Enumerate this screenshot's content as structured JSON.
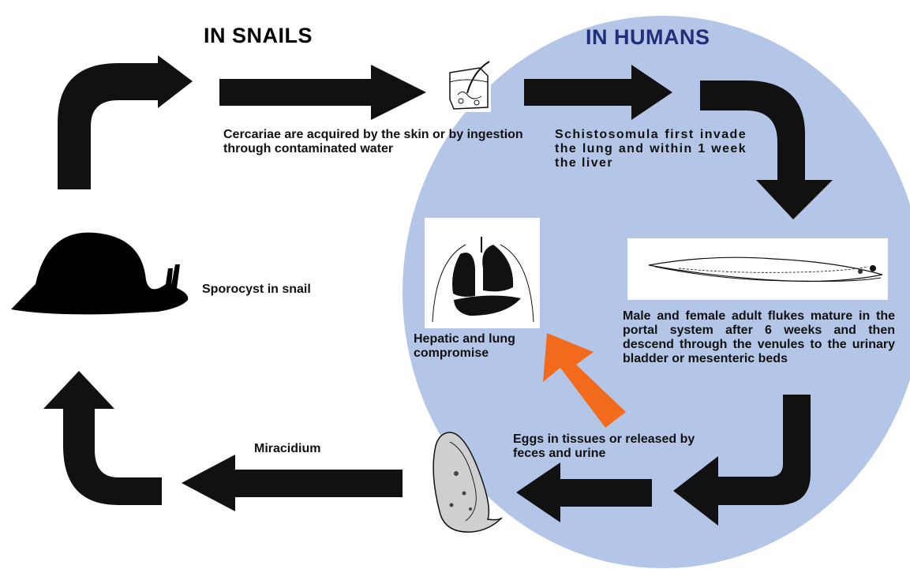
{
  "titles": {
    "snails": "IN SNAILS",
    "humans": "IN HUMANS"
  },
  "labels": {
    "cercariae": "Cercariae are acquired by the skin or by ingestion through contaminated water",
    "schistosomula": "Schistosomula first invade the lung and within 1 week the liver",
    "sporocyst": "Sporocyst in snail",
    "flukes": "Male and female adult flukes mature in the portal system after 6 weeks and then descend through the venules to the urinary bladder or mesenteric beds",
    "hepatic": "Hepatic and lung compromise",
    "eggs": "Eggs in tissues or released by feces and urine",
    "miracidium": "Miracidium"
  },
  "icons": [
    "snail-icon",
    "skin-section-icon",
    "adult-fluke-icon",
    "lung-liver-icon",
    "egg-miracidium-icon"
  ],
  "colors": {
    "human_region": "#b4c6e7",
    "arrows": "#111111",
    "highlight_arrow": "#f26b1d",
    "humans_title": "#1f2f7a"
  }
}
